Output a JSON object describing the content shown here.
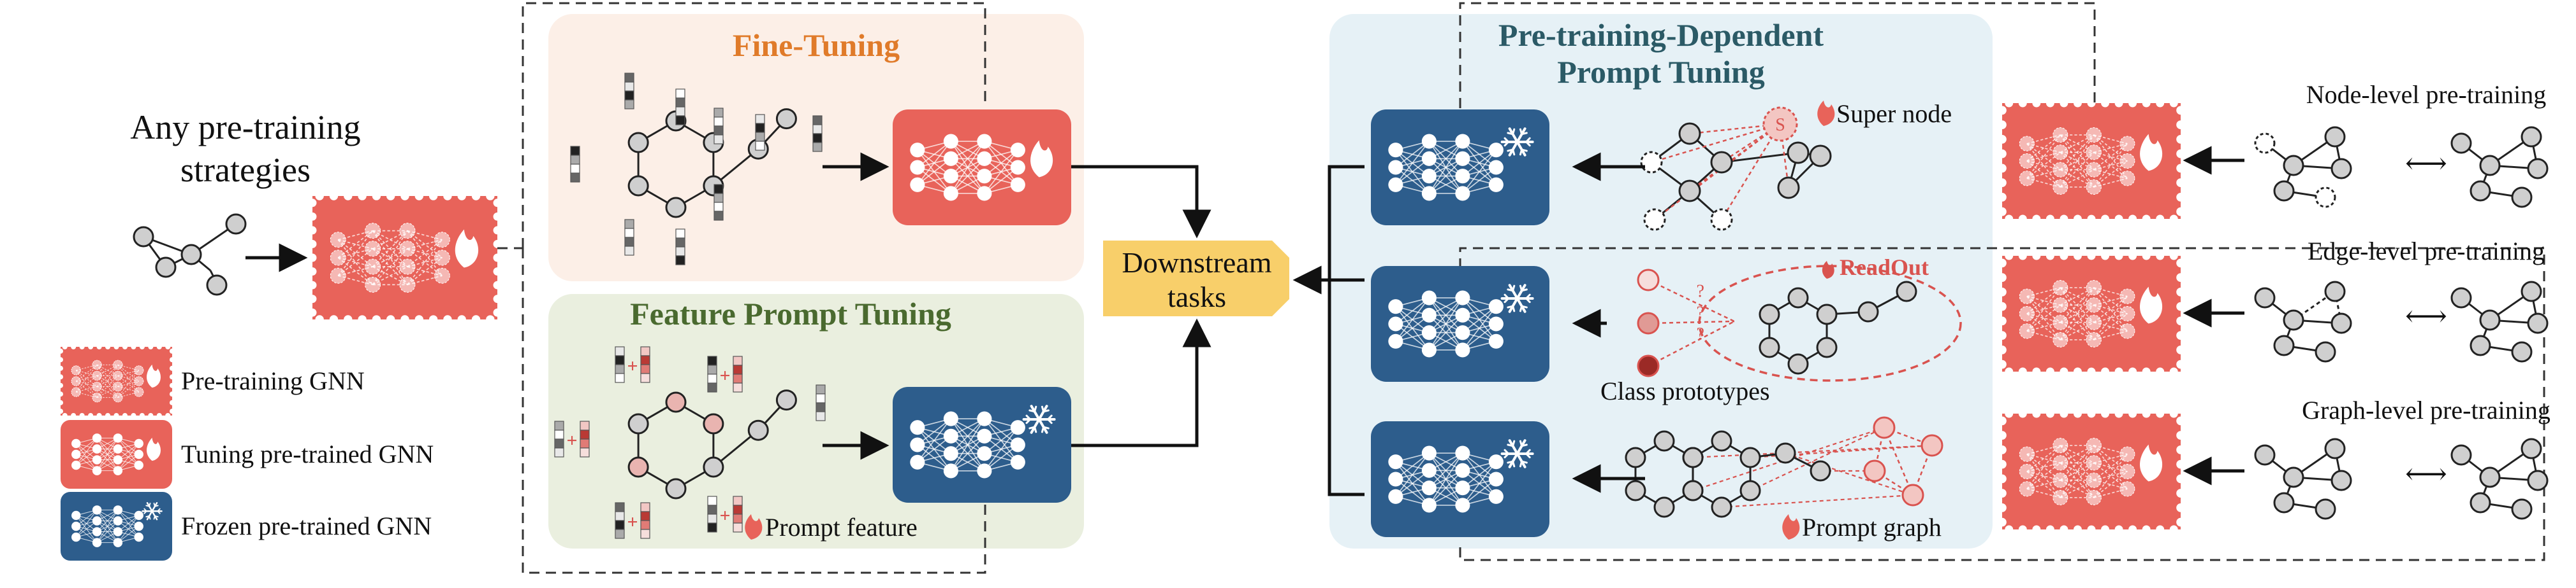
{
  "left": {
    "title_line1": "Any pre-training",
    "title_line2": "strategies"
  },
  "legend": {
    "pretraining": "Pre-training GNN",
    "tuning": "Tuning pre-trained GNN",
    "frozen": "Frozen pre-trained GNN"
  },
  "panels": {
    "fine_tuning": "Fine-Tuning",
    "feature_prompt": "Feature Prompt Tuning",
    "prompt_feature_label": "Prompt feature",
    "pdpt_line1": "Pre-training-Dependent",
    "pdpt_line2": "Prompt Tuning",
    "super_node": "Super node",
    "super_node_letter": "S",
    "readout": "ReadOut",
    "class_prototypes": "Class prototypes",
    "prompt_graph": "Prompt graph"
  },
  "downstream": {
    "line1": "Downstream",
    "line2": "tasks"
  },
  "right": {
    "node_level": "Node-level pre-training",
    "edge_level": "Edge-level pre-training",
    "graph_level": "Graph-level pre-training",
    "arrow_symbol": "⟷"
  },
  "colors": {
    "gnn_red": "#e8635a",
    "gnn_blue": "#2d5d8c",
    "fine_tuning_title": "#e07b2a",
    "feature_prompt_title": "#4a6a2f",
    "pdpt_title": "#2b5a66",
    "prompt_red": "#d9534f",
    "downstream_fill": "#f8cf6a"
  }
}
